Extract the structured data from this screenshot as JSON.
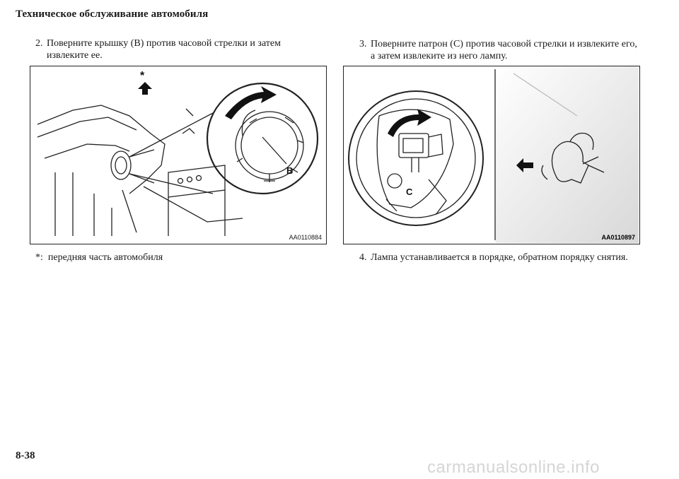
{
  "header": {
    "title": "Техническое обслуживание автомобиля"
  },
  "steps": [
    {
      "num": "2.",
      "line1": "Поверните крышку (В) против часовой стрелки и затем",
      "line2": "извлеките ее."
    },
    {
      "num": "3.",
      "line1": "Поверните патрон (С) против часовой стрелки и извлеките его,",
      "line2": "а затем извлеките из него лампу."
    },
    {
      "num": "4.",
      "line1": "Лампа устанавливается в порядке, обратном порядку снятия."
    }
  ],
  "figures": [
    {
      "code": "AA0110884",
      "labels": {
        "star": "*",
        "b": "B"
      }
    },
    {
      "code": "AA0110897",
      "labels": {
        "c": "C"
      }
    }
  ],
  "note": {
    "marker": "*:",
    "text": "передняя часть автомобиля"
  },
  "page": {
    "number": "8-38"
  },
  "watermark": {
    "text": "carmanualsonline.info"
  }
}
